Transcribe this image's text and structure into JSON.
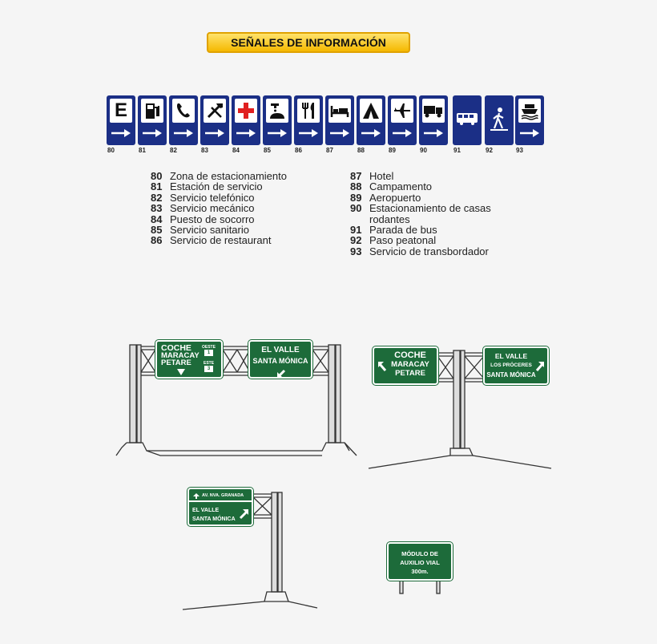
{
  "title": "SEÑALES DE INFORMACIÓN",
  "signs": [
    {
      "num": "80",
      "glyph": "E"
    },
    {
      "num": "81",
      "glyph": ""
    },
    {
      "num": "82",
      "glyph": ""
    },
    {
      "num": "83",
      "glyph": ""
    },
    {
      "num": "84",
      "glyph": ""
    },
    {
      "num": "85",
      "glyph": ""
    },
    {
      "num": "86",
      "glyph": ""
    },
    {
      "num": "87",
      "glyph": ""
    },
    {
      "num": "88",
      "glyph": ""
    },
    {
      "num": "89",
      "glyph": ""
    },
    {
      "num": "90",
      "glyph": ""
    },
    {
      "num": "91",
      "glyph": ""
    },
    {
      "num": "92",
      "glyph": ""
    },
    {
      "num": "93",
      "glyph": ""
    }
  ],
  "legend_left": [
    {
      "n": "80",
      "t": "Zona de estacionamiento"
    },
    {
      "n": "81",
      "t": "Estación de servicio"
    },
    {
      "n": "82",
      "t": "Servicio telefónico"
    },
    {
      "n": "83",
      "t": "Servicio mecánico"
    },
    {
      "n": "84",
      "t": "Puesto de socorro"
    },
    {
      "n": "85",
      "t": "Servicio sanitario"
    },
    {
      "n": "86",
      "t": "Servicio de restaurant"
    }
  ],
  "legend_right": [
    {
      "n": "87",
      "t": "Hotel"
    },
    {
      "n": "88",
      "t": "Campamento"
    },
    {
      "n": "89",
      "t": "Aeropuerto"
    },
    {
      "n": "90",
      "t": "Estacionamiento de casas"
    },
    {
      "n": "",
      "t": "rodantes"
    },
    {
      "n": "91",
      "t": "Parada de bus"
    },
    {
      "n": "92",
      "t": "Paso peatonal"
    },
    {
      "n": "93",
      "t": "Servicio de transbordador"
    }
  ],
  "gantry1": {
    "left": {
      "l1": "COCHE",
      "l2": "MARACAY",
      "l3": "PETARE",
      "oeste": "OESTE",
      "oeste_num": "1",
      "este": "ESTE",
      "este_num": "3"
    },
    "right": {
      "l1": "EL VALLE",
      "l2": "SANTA MÓNICA"
    }
  },
  "gantry2": {
    "left": {
      "l1": "COCHE",
      "l2": "MARACAY",
      "l3": "PETARE"
    },
    "right": {
      "l1": "EL VALLE",
      "l2": "LOS PRÓCERES",
      "l3": "SANTA MÓNICA"
    }
  },
  "gantry3": {
    "top": "AV. NVA. GRANADA",
    "l1": "EL VALLE",
    "l2": "SANTA MÓNICA"
  },
  "module": {
    "l1": "MÓDULO DE",
    "l2": "AUXILIO VIAL",
    "l3": "300m."
  },
  "colors": {
    "blue": "#1b2f86",
    "green": "#1d6b3a",
    "yellow": "#f5b800",
    "red": "#e02020"
  }
}
